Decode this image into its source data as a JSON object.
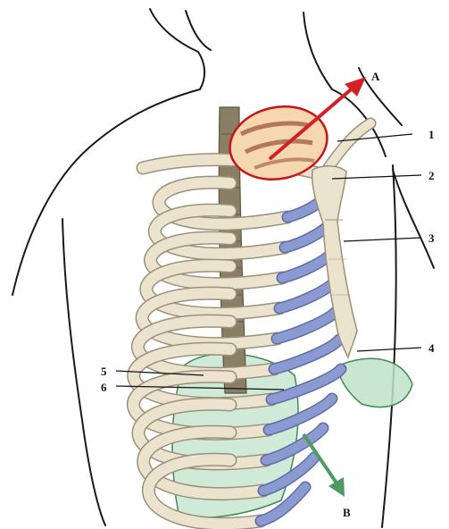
{
  "colors": {
    "bone": "#ece3cf",
    "bone_edge": "#9c9078",
    "cartilage": "#8c9ad2",
    "cartilage_edge": "#5f6ca8",
    "spine": "#8a7f64",
    "inlet_fill": "#f6d7b0",
    "inlet_outline": "#c4161c",
    "arrow_a": "#d41f26",
    "arrow_b": "#4f9a60",
    "diaphragm": "#bfe3c8",
    "body_outline": "#1a1a1a"
  },
  "labels": {
    "a": "A",
    "b": "B",
    "n1": "1",
    "n2": "2",
    "n3": "3",
    "n4": "4",
    "n5": "5",
    "n6": "6"
  }
}
